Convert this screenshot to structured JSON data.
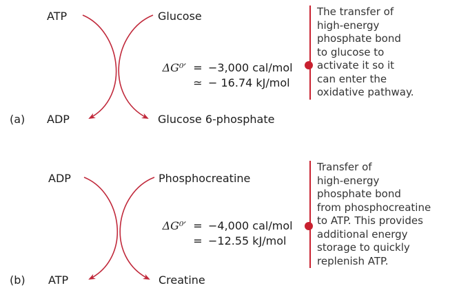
{
  "panel_a": {
    "panel_label": "(a)",
    "left_top": "ATP",
    "right_top": "Glucose",
    "left_bottom": "ADP",
    "right_bottom": "Glucose 6-phosphate",
    "equation": {
      "symbol": "ΔG⁰′",
      "op1": "=",
      "value1": "−3,000 cal/mol",
      "op2": "≃",
      "value2": "− 16.74 kJ/mol"
    },
    "note_lines": [
      "The transfer of",
      "high-energy",
      "phosphate bond",
      "to glucose to",
      "activate it so it",
      "can enter the",
      "oxidative pathway."
    ]
  },
  "panel_b": {
    "panel_label": "(b)",
    "left_top": "ADP",
    "right_top": "Phosphocreatine",
    "left_bottom": "ATP",
    "right_bottom": "Creatine",
    "equation": {
      "symbol": "ΔG⁰′",
      "op1": "=",
      "value1": "−4,000 cal/mol",
      "op2": "=",
      "value2": "−12.55 kJ/mol"
    },
    "note_lines": [
      "Transfer of",
      "high-energy",
      "phosphate bond",
      "from phosphocreatine",
      "to ATP. This provides",
      "additional energy",
      "storage to quickly",
      "replenish ATP."
    ]
  },
  "colors": {
    "arrow": "#c0283a",
    "note_bar": "#c8202f",
    "text": "#1c1c1c"
  }
}
